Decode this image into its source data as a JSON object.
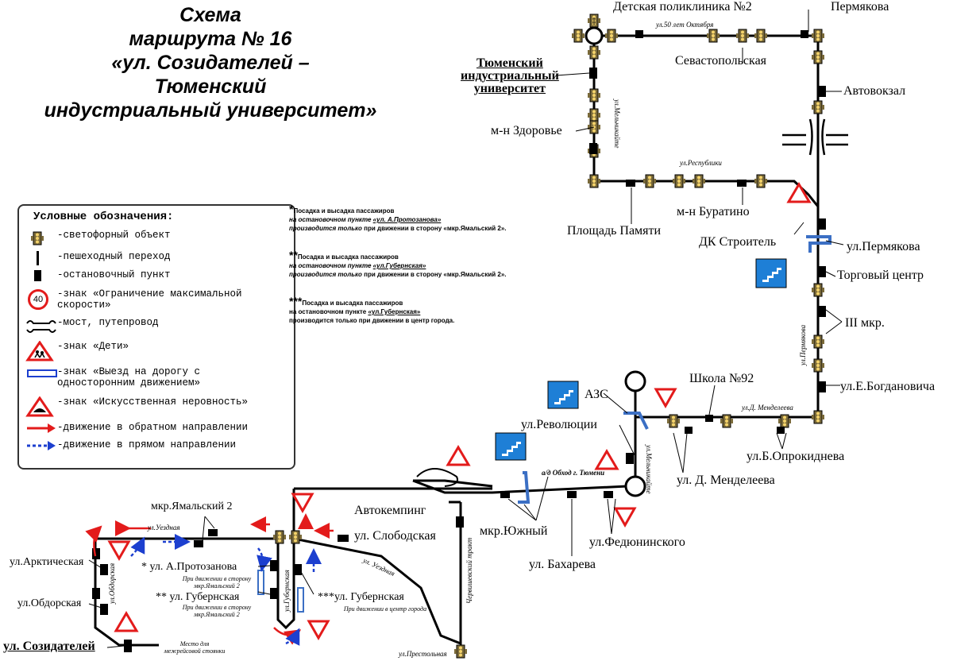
{
  "title": {
    "line1": "Схема",
    "line2": "маршрута № 16",
    "line3": "«ул. Созидателей –",
    "line4": "Тюменский",
    "line5": "индустриальный университет»"
  },
  "legend": {
    "title": "Условные обозначения:",
    "items": [
      {
        "icon": "traffic-light-icon",
        "text": "-светофорный объект"
      },
      {
        "icon": "crosswalk-icon",
        "text": "-пешеходный переход"
      },
      {
        "icon": "bus-stop-icon",
        "text": "-остановочный пункт"
      },
      {
        "icon": "speed-limit-icon",
        "text": "-знак «Ограничение максимальной скорости»",
        "sign_value": "40"
      },
      {
        "icon": "bridge-icon",
        "text": "-мост, путепровод"
      },
      {
        "icon": "children-sign-icon",
        "text": "-знак «Дети»"
      },
      {
        "icon": "one-way-exit-icon",
        "text": "-знак «Выезд на дорогу с односторонним движением»"
      },
      {
        "icon": "speed-bump-icon",
        "text": "-знак «Искусственная неровность»"
      },
      {
        "icon": "red-arrow-icon",
        "text": "-движение в обратном направлении",
        "color": "#e31b1b"
      },
      {
        "icon": "blue-dashed-arrow-icon",
        "text": "-движение в прямом направлении",
        "color": "#1c3fcf"
      }
    ]
  },
  "notes": [
    {
      "star": "*",
      "line1": "Посадка и высадка пассажиров",
      "line2_pre": "на остановочном пункте ",
      "line2_stop": "«ул. А.Протозанова»",
      "line3_pre": "производится только",
      "line3_post": " при движении в сторону «мкр.Ямальский 2»."
    },
    {
      "star": "**",
      "line1": "Посадка и высадка пассажиров",
      "line2_pre": "на остановочном пункте ",
      "line2_stop": "«ул.Губернская»",
      "line3_pre": "производится только",
      "line3_post": " при движении в сторону «мкр.Ямальский 2»."
    },
    {
      "star": "***",
      "line1": "Посадка и высадка пассажиров",
      "line2_pre": "на остановочном пункте ",
      "line2_stop": "«ул.Губернская»",
      "line3_pre": "производится только при движении в центр города.",
      "line3_post": ""
    }
  ],
  "stops": {
    "detskaya": "Детская поликлиника №2",
    "permyakova_top": "Пермякова",
    "sevastopolskaya": "Севастопольская",
    "tiu_1": "Тюменский",
    "tiu_2": "индустриальный",
    "tiu_3": "университет",
    "avtovokzal": "Автовокзал",
    "zdorovye": "м-н Здоровье",
    "ploshchad": "Площадь Памяти",
    "buratino": "м-н Буратино",
    "dk": "ДК Строитель",
    "ul_permyakova": "ул.Пермякова",
    "torg": "Торговый центр",
    "iii_mkr": "III мкр.",
    "bogdanovicha": "ул.Е.Богдановича",
    "shkola": "Школа №92",
    "azs": "АЗС",
    "revolyutsii": "ул.Революции",
    "opr": "ул.Б.Опрокиднева",
    "mendeleeva": "ул. Д. Менделеева",
    "avtokemping": "Автокемпинг",
    "slobodskaya": "ул. Слободская",
    "yuzhny": "мкр.Южный",
    "fedyuninskogo": "ул.Федюнинского",
    "bakhareva": "ул. Бахарева",
    "yamalsky": "мкр.Ямальский 2",
    "arkticheskaya": "ул.Арктическая",
    "obdorskaya": "ул.Обдорская",
    "sozidateley": "ул. Созидателей",
    "protozanova": "* ул. А.Протозанова",
    "gubernskaya_2": "** ул. Губернская",
    "gubernskaya_3": "***ул. Губернская"
  },
  "streets": {
    "50let": "ул.50 лет Октября",
    "melnikaite_top": "ул.Мельникайте",
    "respubliki": "ул.Республики",
    "permyakova_v": "ул.Пермякова",
    "d_mendeleeva": "ул.Д. Менделеева",
    "melnikaite_mid": "ул.Мельникайте",
    "obkhod": "а/д Обход г. Тюмени",
    "uezdnaya_top": "ул.Уездная",
    "uezdnaya_curve": "ул. Уездная",
    "gubernskaya_v": "ул.Губернская",
    "obdorskaya_v": "ул.Обдорская",
    "chervishevsky": "Червишевский тракт",
    "prestolnaya": "ул.Престольная"
  },
  "small_notes": {
    "prot_1": "При движении в сторону",
    "prot_2": "мкр.Ямальский 2",
    "gub2_1": "При движении в сторону",
    "gub2_2": "мкр.Ямальский 2",
    "gub3": "При движении в центр города",
    "parking_1": "Место для",
    "parking_2": "межрейсовой стоянки"
  },
  "colors": {
    "red": "#e31b1b",
    "blue": "#1c3fcf",
    "sign_blue": "#1e7fd6",
    "ow_blue": "#3b6fc4"
  }
}
